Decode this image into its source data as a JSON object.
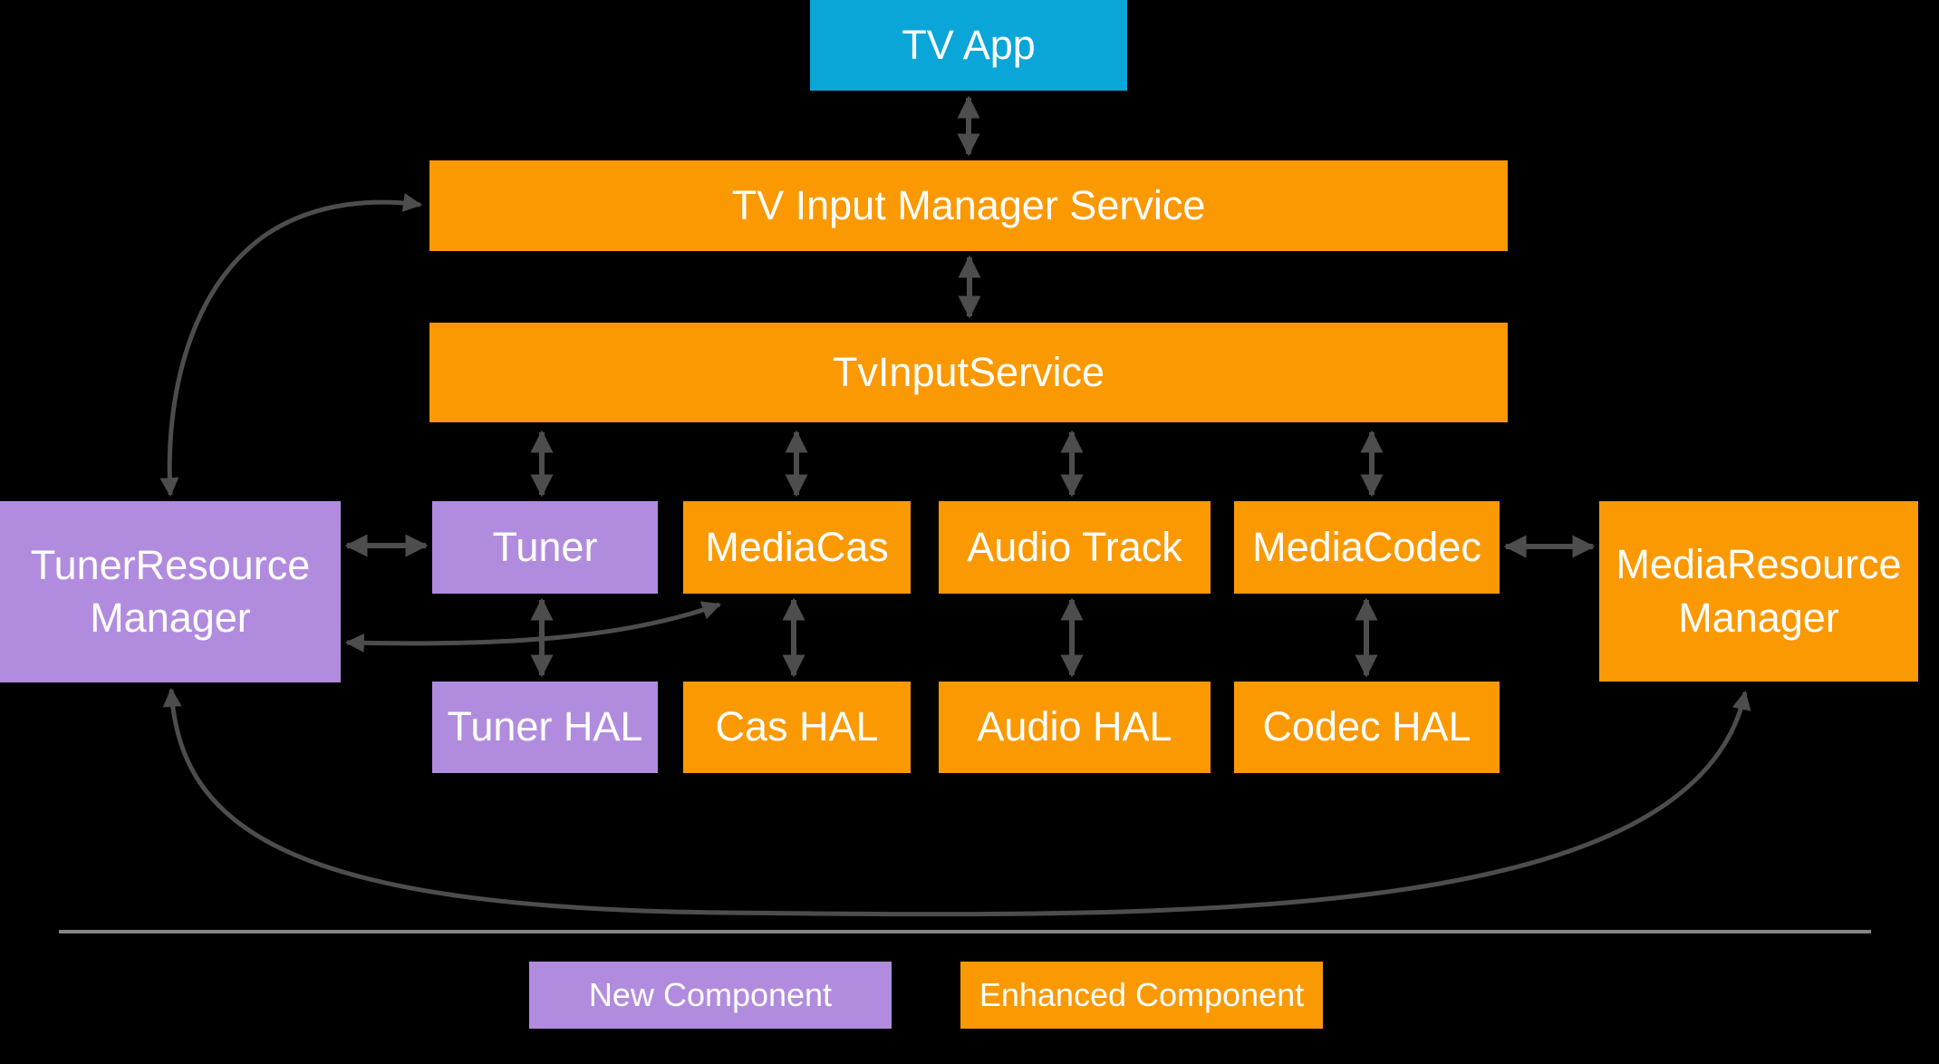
{
  "colors": {
    "background": "#000000",
    "app_component": "#0BA6D8",
    "new_component": "#B18CDE",
    "enhanced_component": "#FB9902",
    "arrow": "#4D4D4D",
    "separator_line": "#858585",
    "label_text": "#FFFFFF"
  },
  "nodes": {
    "tv_app": {
      "label": "TV App",
      "type": "app"
    },
    "tv_input_manager_service": {
      "label": "TV Input Manager Service",
      "type": "enhanced"
    },
    "tv_input_service": {
      "label": "TvInputService",
      "type": "enhanced"
    },
    "tuner_resource_manager": {
      "label": "TunerResource Manager",
      "type": "new"
    },
    "tuner": {
      "label": "Tuner",
      "type": "new"
    },
    "media_cas": {
      "label": "MediaCas",
      "type": "enhanced"
    },
    "audio_track": {
      "label": "Audio Track",
      "type": "enhanced"
    },
    "media_codec": {
      "label": "MediaCodec",
      "type": "enhanced"
    },
    "media_resource_manager": {
      "label": "MediaResource Manager",
      "type": "enhanced"
    },
    "tuner_hal": {
      "label": "Tuner HAL",
      "type": "new"
    },
    "cas_hal": {
      "label": "Cas HAL",
      "type": "enhanced"
    },
    "audio_hal": {
      "label": "Audio HAL",
      "type": "enhanced"
    },
    "codec_hal": {
      "label": "Codec HAL",
      "type": "enhanced"
    }
  },
  "legend": {
    "new_label": "New Component",
    "enhanced_label": "Enhanced Component"
  }
}
